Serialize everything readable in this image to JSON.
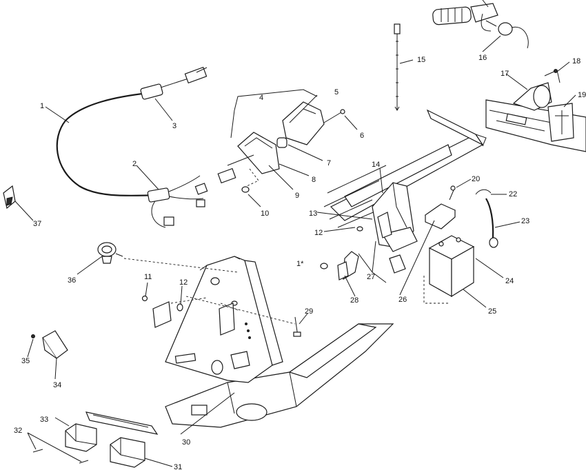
{
  "callouts": [
    "1",
    "2",
    "3",
    "4",
    "5",
    "6",
    "7",
    "8",
    "9",
    "10",
    "11",
    "12",
    "12",
    "13",
    "14",
    "15",
    "16",
    "17",
    "18",
    "19",
    "20",
    "22",
    "23",
    "24",
    "25",
    "26",
    "27",
    "28",
    "29",
    "30",
    "31",
    "32",
    "33",
    "34",
    "35",
    "36",
    "37",
    "1*"
  ]
}
